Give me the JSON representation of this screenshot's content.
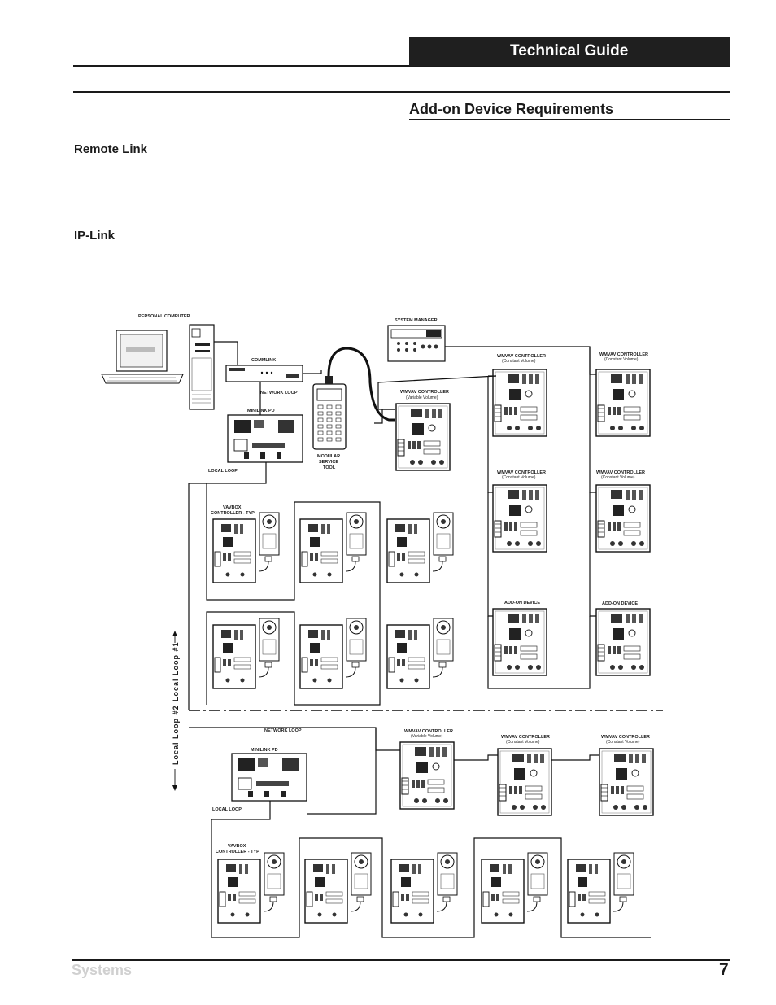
{
  "header": {
    "banner_title": "Technical Guide"
  },
  "page": {
    "section_title": "Add-on Device Requirements",
    "subsections": [
      "Remote Link",
      "IP-Link"
    ]
  },
  "diagram": {
    "labels": {
      "personal_computer": "PERSONAL COMPUTER",
      "commlink": "COMMLINK",
      "network_loop_1": "NETWORK LOOP",
      "system_manager": "SYSTEM MANAGER",
      "minilink_pd_1": "MINILINK PD",
      "local_loop_1": "LOCAL LOOP",
      "modular_service_tool": [
        "MODULAR",
        "SERVICE",
        "TOOL"
      ],
      "vavbox_typ_1": [
        "VAVBOX",
        "CONTROLLER - TYP"
      ],
      "network_loop_2": "NETWORK LOOP",
      "minilink_pd_2": "MINILINK PD",
      "local_loop_2": "LOCAL LOOP",
      "vavbox_typ_2": [
        "VAVBOX",
        "CONTROLLER - TYP"
      ],
      "local_loop_axis_1": "Local Loop #1",
      "local_loop_axis_2": "Local Loop #2"
    },
    "controllers": [
      {
        "title": "WMVAV CONTROLLER",
        "sub": "(Variable Volume)"
      },
      {
        "title": "WMVAV CONTROLLER",
        "sub": "(Constant Volume)"
      },
      {
        "title": "WMVAV CONTROLLER",
        "sub": "(Constant Volume)"
      },
      {
        "title": "WMVAV CONTROLLER",
        "sub": "(Constant Volume)"
      },
      {
        "title": "WMVAV CONTROLLER",
        "sub": "(Constant Volume)"
      },
      {
        "title": "ADD-ON DEVICE",
        "sub": ""
      },
      {
        "title": "ADD-ON DEVICE",
        "sub": ""
      },
      {
        "title": "WMVAV CONTROLLER",
        "sub": "(Variable Volume)"
      },
      {
        "title": "WMVAV CONTROLLER",
        "sub": "(Constant Volume)"
      },
      {
        "title": "WMVAV CONTROLLER",
        "sub": "(Constant Volume)"
      }
    ]
  },
  "footer": {
    "left_text": "Systems",
    "page_number": "7"
  }
}
